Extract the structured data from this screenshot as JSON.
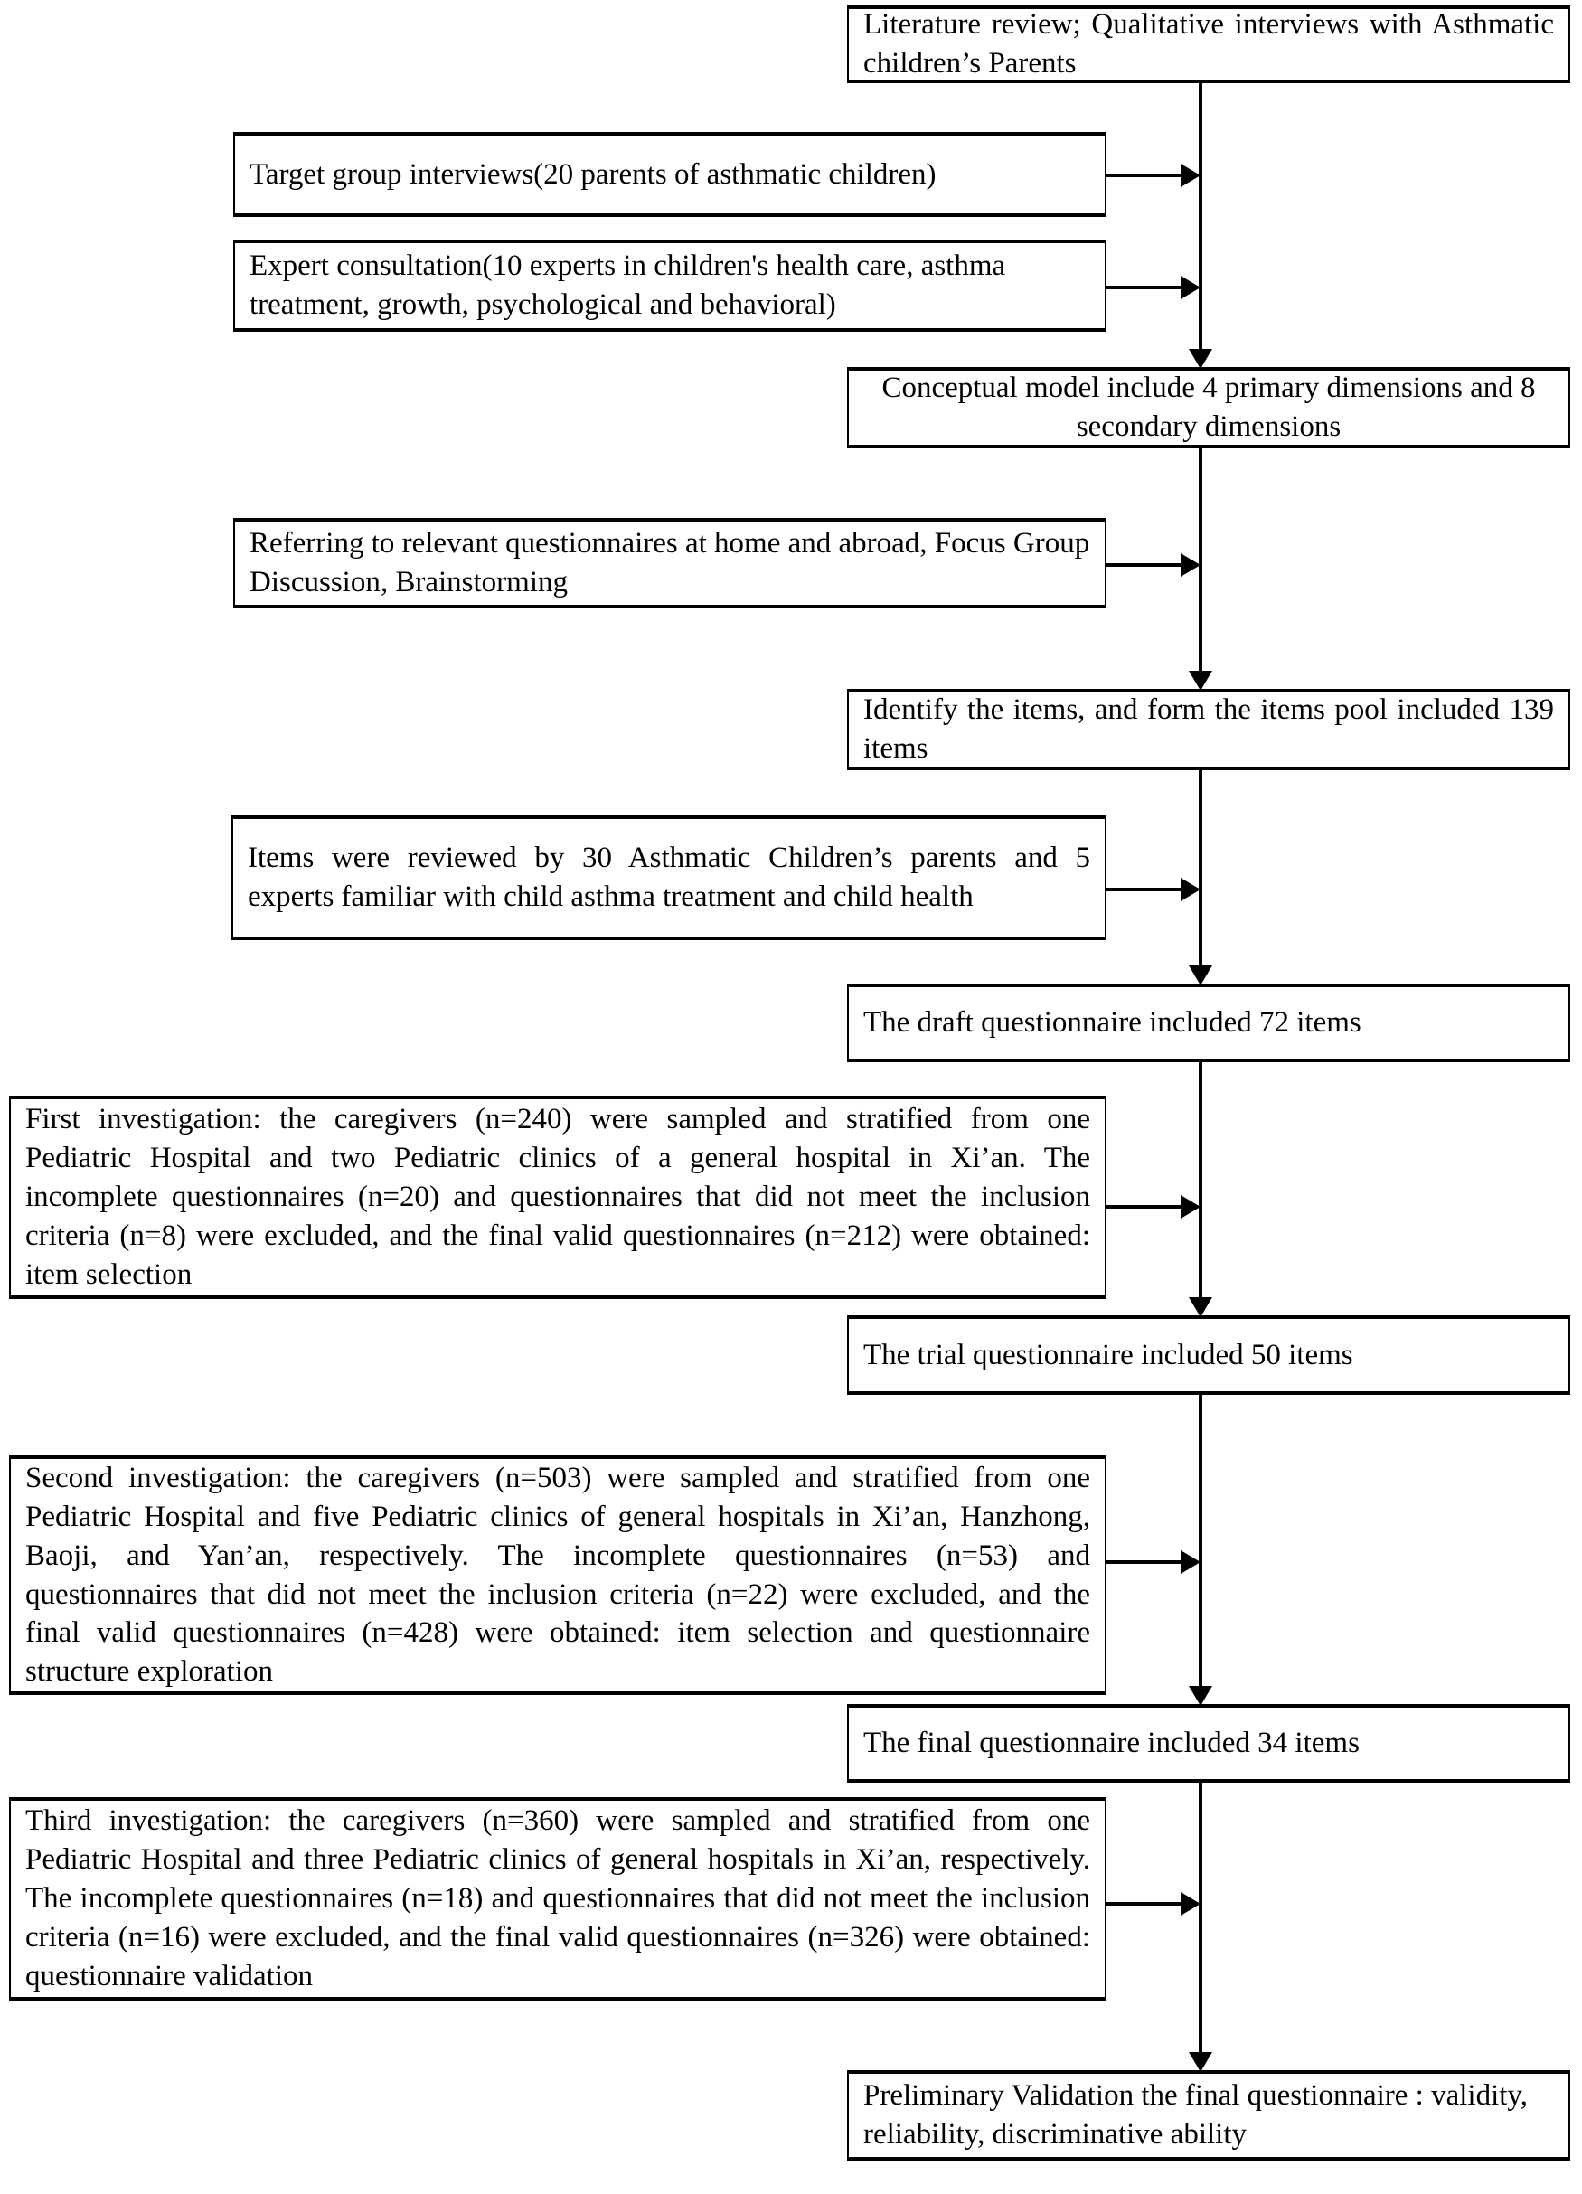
{
  "diagram": {
    "title": "Questionnaire development and validation flowchart",
    "colors": {
      "line": "#000000",
      "box_fill": "#ffffff",
      "text": "#000000"
    },
    "nodes": [
      {
        "id": "literature-review",
        "column": "right",
        "align": "justify",
        "text": "Literature review; Qualitative interviews with Asthmatic children’s Parents"
      },
      {
        "id": "target-group-interviews",
        "column": "left",
        "align": "left",
        "text": "Target group interviews(20 parents of asthmatic children)"
      },
      {
        "id": "expert-consultation",
        "column": "left",
        "align": "left",
        "text": "Expert consultation(10 experts in children's health care, asthma treatment, growth, psychological and behavioral)"
      },
      {
        "id": "conceptual-model",
        "column": "right",
        "align": "center",
        "text": "Conceptual model include 4 primary dimensions and 8 secondary dimensions"
      },
      {
        "id": "referring-questionnaires",
        "column": "left",
        "align": "left",
        "text": "Referring to relevant questionnaires at home and abroad, Focus Group Discussion, Brainstorming"
      },
      {
        "id": "items-pool",
        "column": "right",
        "align": "justify",
        "text": "Identify the items, and form the items pool included 139 items"
      },
      {
        "id": "items-reviewed",
        "column": "left",
        "align": "justify",
        "text": "Items were reviewed by 30 Asthmatic Children’s parents and 5 experts familiar with  child asthma treatment and child health"
      },
      {
        "id": "draft-questionnaire",
        "column": "right",
        "align": "left",
        "text": "The draft questionnaire included 72 items"
      },
      {
        "id": "first-investigation",
        "column": "wide-left",
        "align": "justify",
        "text": "First investigation: the caregivers (n=240) were sampled and stratified from one Pediatric Hospital and two Pediatric clinics of a general hospital in Xi’an. The incomplete questionnaires (n=20) and questionnaires that did not meet the inclusion criteria (n=8) were excluded, and the final valid questionnaires (n=212) were obtained: item selection"
      },
      {
        "id": "trial-questionnaire",
        "column": "right",
        "align": "left",
        "text": "The trial questionnaire included 50 items"
      },
      {
        "id": "second-investigation",
        "column": "wide-left",
        "align": "justify",
        "text": "Second investigation: the caregivers (n=503) were sampled and stratified from one Pediatric Hospital and five Pediatric clinics of general hospitals in Xi’an, Hanzhong, Baoji, and Yan’an, respectively. The incomplete questionnaires (n=53) and questionnaires that did not meet the inclusion criteria (n=22) were excluded, and the final valid questionnaires (n=428) were obtained: item selection and questionnaire structure exploration"
      },
      {
        "id": "final-questionnaire",
        "column": "right",
        "align": "left",
        "text": "The final questionnaire included 34 items"
      },
      {
        "id": "third-investigation",
        "column": "wide-left",
        "align": "justify",
        "text": "Third investigation: the caregivers (n=360) were sampled and stratified from one Pediatric Hospital and three Pediatric clinics of general hospitals in Xi’an, respectively. The incomplete questionnaires (n=18) and questionnaires that did not meet the inclusion criteria (n=16) were excluded, and the final valid questionnaires (n=326) were obtained: questionnaire validation"
      },
      {
        "id": "preliminary-validation",
        "column": "right",
        "align": "left",
        "text": "Preliminary Validation the final questionnaire : validity, reliability, discriminative ability"
      }
    ],
    "flow": {
      "main_spine_label": "vertical-main-flow",
      "side_inputs": [
        "target-group-interviews",
        "expert-consultation",
        "referring-questionnaires",
        "items-reviewed",
        "first-investigation",
        "second-investigation",
        "third-investigation"
      ]
    }
  }
}
